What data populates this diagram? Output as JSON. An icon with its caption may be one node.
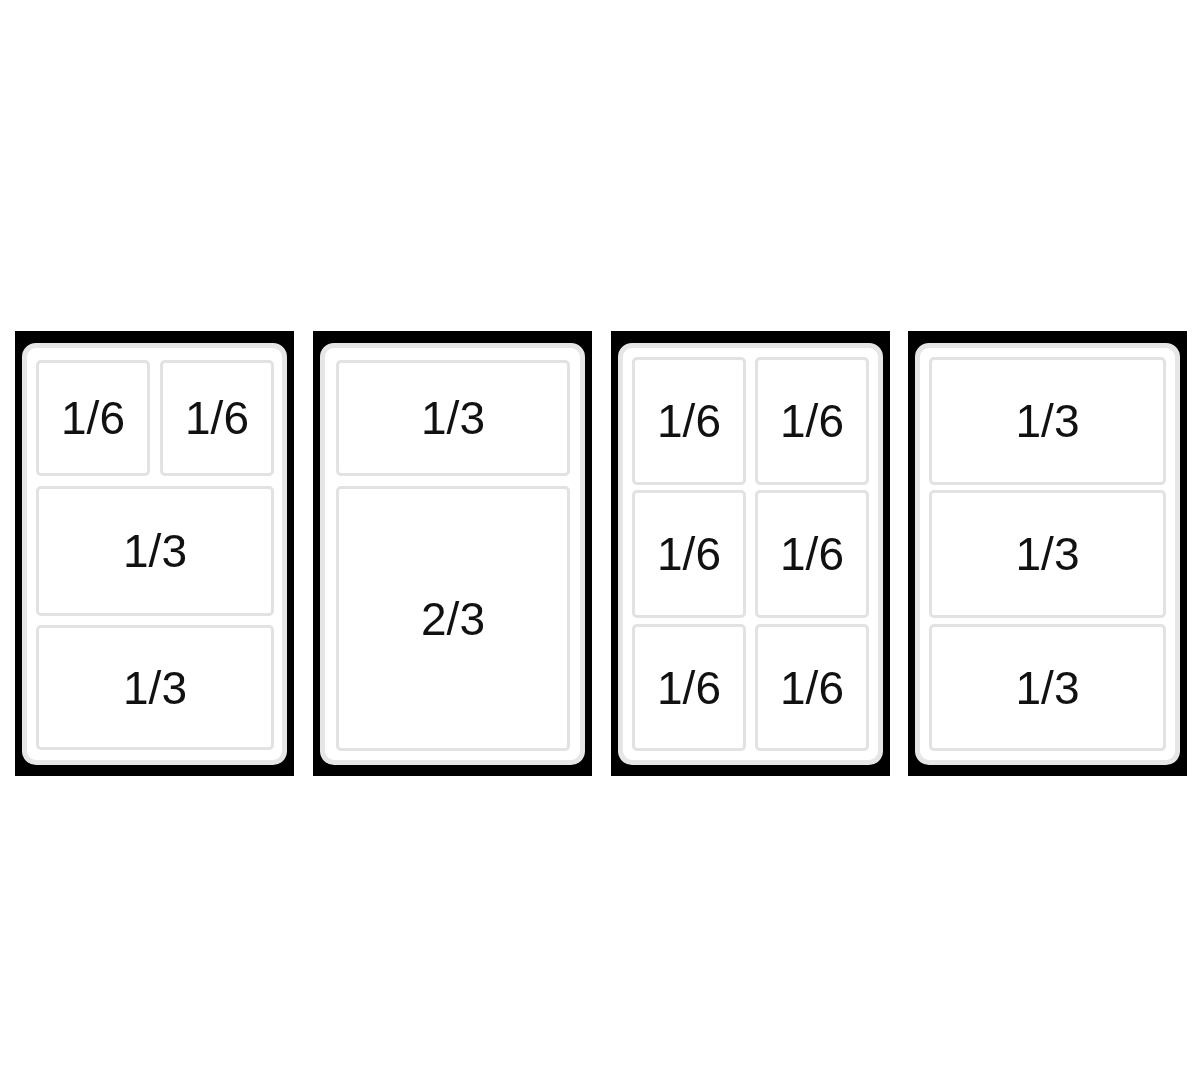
{
  "diagram": {
    "nodes": [
      {
        "text": [],
        "shape": "box"
      },
      {
        "text": [
          "1/6"
        ],
        "in": 0
      },
      {
        "text": [
          "1/6"
        ],
        "in": 0
      },
      {
        "text": [
          "1/3"
        ],
        "in": 0
      },
      {
        "text": [
          "1/3"
        ],
        "in": 0
      },
      {
        "text": [],
        "shape": "box"
      },
      {
        "text": [
          "1/3"
        ],
        "in": 5
      },
      {
        "text": [
          "2/3"
        ],
        "in": 5
      },
      {
        "text": [],
        "shape": "box"
      },
      {
        "text": [
          "1/6"
        ],
        "in": 8
      },
      {
        "text": [
          "1/6"
        ],
        "in": 8
      },
      {
        "text": [
          "1/6"
        ],
        "in": 8
      },
      {
        "text": [
          "1/6"
        ],
        "in": 8
      },
      {
        "text": [
          "1/6"
        ],
        "in": 8
      },
      {
        "text": [
          "1/6"
        ],
        "in": 8
      },
      {
        "text": [],
        "shape": "box"
      },
      {
        "text": [
          "1/3"
        ],
        "in": 15
      },
      {
        "text": [
          "1/3"
        ],
        "in": 15
      },
      {
        "text": [
          "1/3"
        ],
        "in": 15
      }
    ],
    "edges": []
  }
}
